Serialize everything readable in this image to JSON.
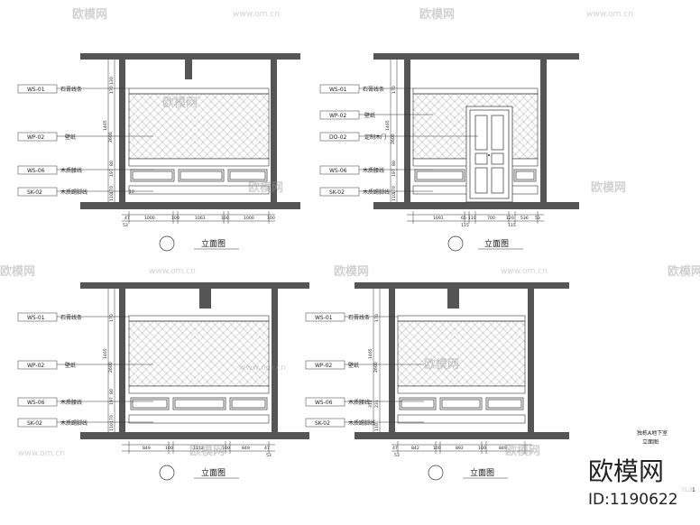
{
  "watermark": {
    "logo": "欧模网",
    "url": "www.om.cn"
  },
  "elevations": [
    {
      "id": "top-left",
      "caption": "立面图",
      "tags": [
        "WS-01",
        "WP-02",
        "WS-06",
        "SK-02"
      ],
      "materials": [
        "石膏线条",
        "壁纸",
        "木质腰线",
        "木质踢脚线"
      ],
      "height_dims": [
        "170",
        "130",
        "1465",
        "2600",
        "80",
        "197",
        "170",
        "110"
      ],
      "width_dims": [
        "47",
        "53",
        "1000",
        "100",
        "1061",
        "100",
        "1000",
        "100"
      ],
      "has_door": false
    },
    {
      "id": "top-right",
      "caption": "立面图",
      "tags": [
        "WS-01",
        "WP-02",
        "DO-02",
        "WS-06",
        "SK-02"
      ],
      "materials": [
        "石膏线条",
        "壁纸",
        "定制木门",
        "木质腰线",
        "木质踢脚线"
      ],
      "height_dims": [
        "170",
        "1465",
        "2600",
        "80",
        "197",
        "170",
        "110"
      ],
      "width_dims": [
        "1091",
        "65",
        "110",
        "700",
        "120",
        "536",
        "53",
        "115",
        "115"
      ],
      "has_door": true
    },
    {
      "id": "bottom-left",
      "caption": "立面图",
      "tags": [
        "WS-01",
        "WP-02",
        "WS-06",
        "SK-02"
      ],
      "materials": [
        "石膏线条",
        "壁纸",
        "木质腰线",
        "木质踢脚线"
      ],
      "height_dims": [
        "170",
        "1465",
        "2600",
        "80",
        "197",
        "170",
        "110"
      ],
      "width_dims": [
        "849",
        "100",
        "1112",
        "100",
        "849",
        "47",
        "53"
      ],
      "has_door": false
    },
    {
      "id": "bottom-right",
      "caption": "立面图",
      "tags": [
        "WS-01",
        "WP-02",
        "WS-06",
        "SK-02"
      ],
      "materials": [
        "石膏线条",
        "壁纸",
        "木质腰线",
        "木质踢脚线"
      ],
      "height_dims": [
        "170",
        "1465",
        "2600",
        "314",
        "231",
        "110"
      ],
      "width_dims": [
        "842",
        "100",
        "892",
        "100",
        "849",
        "47",
        "53"
      ],
      "has_door": false
    }
  ],
  "title_block": {
    "project": "独栋A地下室",
    "drawing": "立面图",
    "sheet": "EL21",
    "brand": "欧模网",
    "id": "ID:1190622"
  }
}
